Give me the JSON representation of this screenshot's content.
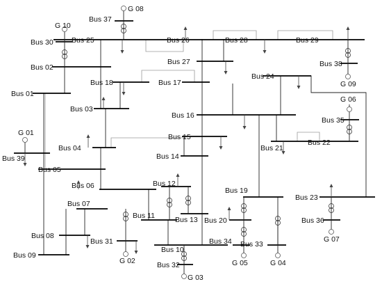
{
  "buses": {
    "b01": "Bus 01",
    "b02": "Bus 02",
    "b03": "Bus 03",
    "b04": "Bus 04",
    "b05": "Bus 05",
    "b06": "Bus 06",
    "b07": "Bus 07",
    "b08": "Bus 08",
    "b09": "Bus 09",
    "b10": "Bus 10",
    "b11": "Bus 11",
    "b12": "Bus 12",
    "b13": "Bus 13",
    "b14": "Bus 14",
    "b15": "Bus 15",
    "b16": "Bus 16",
    "b17": "Bus 17",
    "b18": "Bus 18",
    "b19": "Bus 19",
    "b20": "Bus 20",
    "b21": "Bus 21",
    "b22": "Bus 22",
    "b23": "Bus 23",
    "b24": "Bus 24",
    "b25": "Bus 25",
    "b26": "Bus 26",
    "b27": "Bus 27",
    "b28": "Bus 28",
    "b29": "Bus 29",
    "b30": "Bus 30",
    "b31": "Bus 31",
    "b32": "Bus 32",
    "b33": "Bus 33",
    "b34": "Bus 34",
    "b35": "Bus 35",
    "b36": "Bus 36",
    "b37": "Bus 37",
    "b38": "Bus 38",
    "b39": "Bus 39"
  },
  "generators": {
    "g01": "G 01",
    "g02": "G 02",
    "g03": "G 03",
    "g04": "G 04",
    "g05": "G 05",
    "g06": "G 06",
    "g07": "G 07",
    "g08": "G 08",
    "g09": "G 09",
    "g10": "G 10"
  }
}
